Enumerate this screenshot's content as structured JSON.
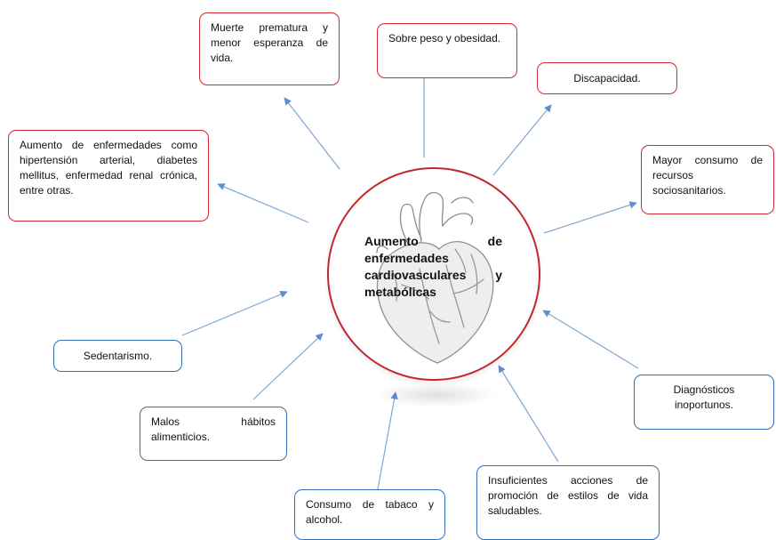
{
  "center": {
    "text": "Aumento de enfermedades cardiovasculares y metabólicas",
    "icon": "heart-icon"
  },
  "consequences": [
    {
      "id": "muerte",
      "text": "Muerte prematura y menor esperanza de vida."
    },
    {
      "id": "sobrepeso",
      "text": "Sobre peso y obesidad."
    },
    {
      "id": "discapacidad",
      "text": "Discapacidad."
    },
    {
      "id": "recursos",
      "text": "Mayor consumo de recursos sociosanitarios."
    },
    {
      "id": "aumento",
      "text": "Aumento de enfermedades como hipertensión arterial, diabetes mellitus, enfermedad renal crónica, entre otras."
    }
  ],
  "causes": [
    {
      "id": "sedentarismo",
      "text": "Sedentarismo."
    },
    {
      "id": "malos-habitos",
      "text": "Malos hábitos alimenticios."
    },
    {
      "id": "tabaco",
      "text": "Consumo de tabaco y alcohol."
    },
    {
      "id": "insuficientes",
      "text": "Insuficientes acciones de promoción de estilos de vida saludables."
    },
    {
      "id": "diagnosticos",
      "text": "Diagnósticos inoportunos."
    }
  ],
  "colors": {
    "consequence_border": "#d3262e",
    "cause_border": "#2f6eb5",
    "circle_border": "#c0282d",
    "arrow": "#7ea6d4"
  }
}
